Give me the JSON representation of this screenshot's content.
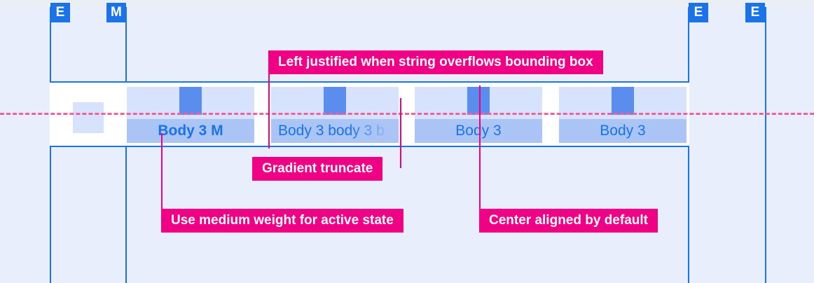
{
  "spec": {
    "title": "Body 3 tab bar label spec",
    "colors": {
      "guide_blue": "#1a73e8",
      "annotation_magenta": "#ef0084",
      "centerline_pink": "#f0609f",
      "cell_icon_band": "#d7e3fc",
      "cell_label_band": "#a9c4f5",
      "icon_square": "#5b8def",
      "background": "#e8eefc",
      "component_background": "#ffffff"
    }
  },
  "spacing_badges": [
    {
      "label": "E",
      "name": "badge-e-left-outer"
    },
    {
      "label": "M",
      "name": "badge-m-left-inner"
    },
    {
      "label": "E",
      "name": "badge-e-right-inner"
    },
    {
      "label": "E",
      "name": "badge-e-right-outer"
    }
  ],
  "cells": [
    {
      "label": "Body 3 M",
      "state": "active",
      "weight": "medium",
      "alignment": "center",
      "truncated": false
    },
    {
      "label": "Body 3 body 3 b",
      "state": "default",
      "weight": "regular",
      "alignment": "left",
      "truncated": true
    },
    {
      "label": "Body 3",
      "state": "default",
      "weight": "regular",
      "alignment": "center",
      "truncated": false
    },
    {
      "label": "Body 3",
      "state": "default",
      "weight": "regular",
      "alignment": "center",
      "truncated": false
    }
  ],
  "annotations": [
    {
      "text": "Left justified when string overflows bounding box",
      "name": "annotation-left-justified"
    },
    {
      "text": "Gradient truncate",
      "name": "annotation-gradient-truncate"
    },
    {
      "text": "Use medium weight for active state",
      "name": "annotation-medium-weight"
    },
    {
      "text": "Center aligned by default",
      "name": "annotation-center-aligned"
    }
  ]
}
